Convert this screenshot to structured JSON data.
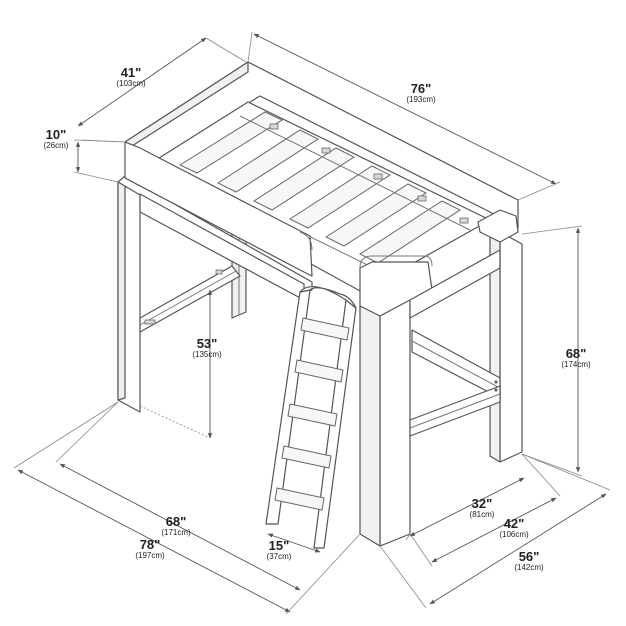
{
  "dimensions": {
    "width_top": {
      "inch": "41\"",
      "cm": "(103cm)"
    },
    "length_top": {
      "inch": "76\"",
      "cm": "(193cm)"
    },
    "guard_height": {
      "inch": "10\"",
      "cm": "(26cm)"
    },
    "clearance": {
      "inch": "53\"",
      "cm": "(135cm)"
    },
    "total_height": {
      "inch": "68\"",
      "cm": "(174cm)"
    },
    "inner_length": {
      "inch": "68\"",
      "cm": "(171cm)"
    },
    "total_length": {
      "inch": "78\"",
      "cm": "(197cm)"
    },
    "ladder_width": {
      "inch": "15\"",
      "cm": "(37cm)"
    },
    "ladder_depth": {
      "inch": "32\"",
      "cm": "(81cm)"
    },
    "inner_width": {
      "inch": "42\"",
      "cm": "(106cm)"
    },
    "total_width": {
      "inch": "56\"",
      "cm": "(142cm)"
    }
  },
  "colors": {
    "line": "#555555",
    "text": "#222222",
    "background": "#ffffff"
  }
}
